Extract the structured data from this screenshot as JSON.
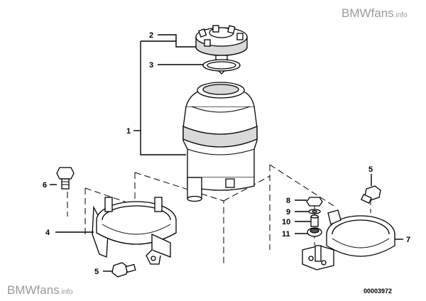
{
  "watermark_top": "BMWfans",
  "watermark_top_suffix": ".info",
  "watermark_bottom": "BMWfans",
  "watermark_bottom_suffix": ".info",
  "document_number": "00003972",
  "callouts": {
    "c1": "1",
    "c2": "2",
    "c3": "3",
    "c4": "4",
    "c5a": "5",
    "c5b": "5",
    "c6": "6",
    "c7": "7",
    "c8": "8",
    "c9": "9",
    "c10": "10",
    "c11": "11"
  }
}
